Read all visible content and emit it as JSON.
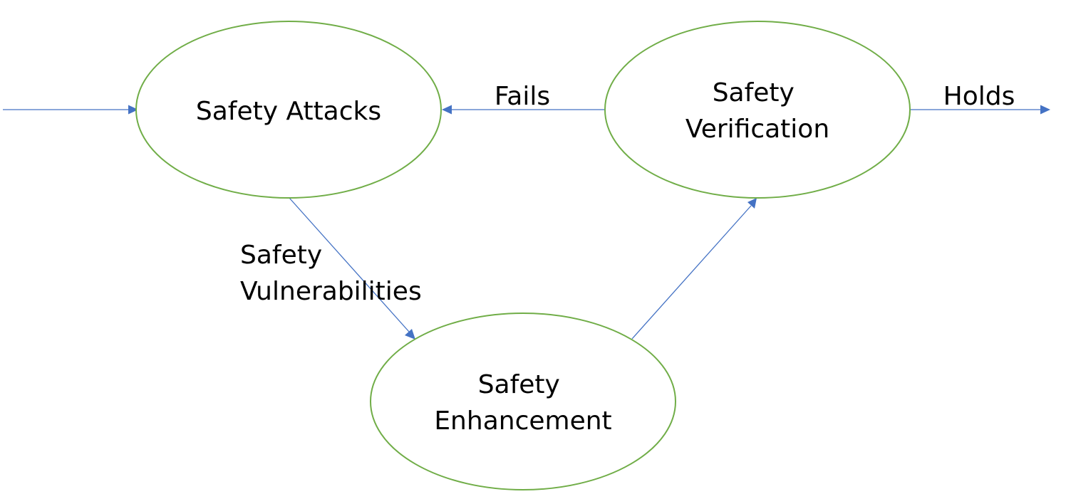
{
  "colors": {
    "node_outline": "#70ad47",
    "node_fill": "#ffffff",
    "edge": "#4472c4",
    "text": "#000000"
  },
  "nodes": {
    "attacks": {
      "lines": [
        "Safety Attacks"
      ]
    },
    "verification": {
      "lines": [
        "Safety",
        "Verification"
      ]
    },
    "enhancement": {
      "lines": [
        "Safety",
        "Enhancement"
      ]
    }
  },
  "edges": {
    "entry": {
      "from": "",
      "to": "attacks"
    },
    "fails": {
      "from": "verification",
      "to": "attacks",
      "label": [
        "Fails"
      ]
    },
    "vulnerabilities": {
      "from": "attacks",
      "to": "enhancement",
      "label": [
        "Safety",
        "Vulnerabilities"
      ]
    },
    "verify": {
      "from": "enhancement",
      "to": "verification"
    },
    "holds": {
      "from": "verification",
      "to": "",
      "label": [
        "Holds"
      ]
    }
  }
}
